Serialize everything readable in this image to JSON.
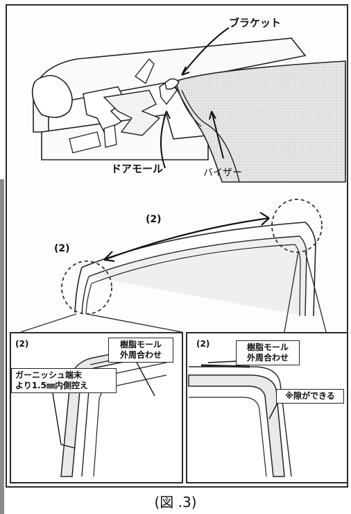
{
  "top_view": {
    "bracket_label": "ブラケット",
    "door_mold_label": "ドアモール",
    "visor_label": "バイザー"
  },
  "middle_view": {
    "callout_top": "(2)",
    "callout_left": "(2)"
  },
  "inset_left": {
    "number": "(2)",
    "resin_mold_line1": "樹脂モール",
    "resin_mold_line2": "外周合わせ",
    "garnish_line1": "ガーニッシュ端末",
    "garnish_line2": "より1.5㎜内側控え"
  },
  "inset_right": {
    "number": "(2)",
    "resin_mold_line1": "樹脂モール",
    "resin_mold_line2": "外周合わせ",
    "gap_note": "※隙ができる"
  },
  "caption": "(図 .3)"
}
